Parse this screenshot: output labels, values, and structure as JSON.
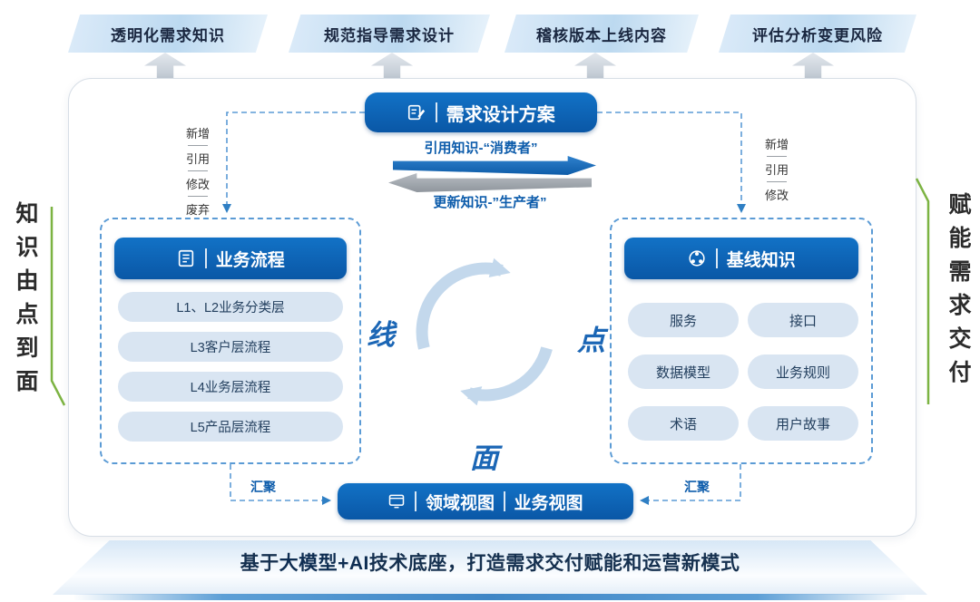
{
  "banners": [
    {
      "label": "透明化需求知识"
    },
    {
      "label": "规范指导需求设计"
    },
    {
      "label": "稽核版本上线内容"
    },
    {
      "label": "评估分析变更风险"
    }
  ],
  "side": {
    "left": "知识由点到面",
    "right": "赋能需求交付"
  },
  "design_pill": {
    "label": "需求设计方案"
  },
  "flow": {
    "consume": "引用知识-“消费者”",
    "produce": "更新知识-”生产者”"
  },
  "ops": {
    "left": [
      "新增",
      "引用",
      "修改",
      "废弃"
    ],
    "right": [
      "新增",
      "引用",
      "修改"
    ]
  },
  "process_box": {
    "title": "业务流程",
    "items": [
      "L1、L2业务分类层",
      "L3客户层流程",
      "L4业务层流程",
      "L5产品层流程"
    ]
  },
  "knowledge_box": {
    "title": "基线知识",
    "items": [
      "服务",
      "接口",
      "数据模型",
      "业务规则",
      "术语",
      "用户故事"
    ]
  },
  "cycle": {
    "line": "线",
    "point": "点",
    "plane": "面"
  },
  "view_pill": {
    "left": "领域视图",
    "right": "业务视图"
  },
  "converge": {
    "left": "汇聚",
    "right": "汇聚"
  },
  "footer": {
    "prefix": "基于",
    "highlight": "大模型+AI",
    "suffix": "技术底座，打造需求交付赋能和运营新模式"
  },
  "colors": {
    "primary": "#0d5cab",
    "accent_green": "#7cb342",
    "pill_bg": "#d9e5f2",
    "dash_blue": "#5b9bd5"
  }
}
